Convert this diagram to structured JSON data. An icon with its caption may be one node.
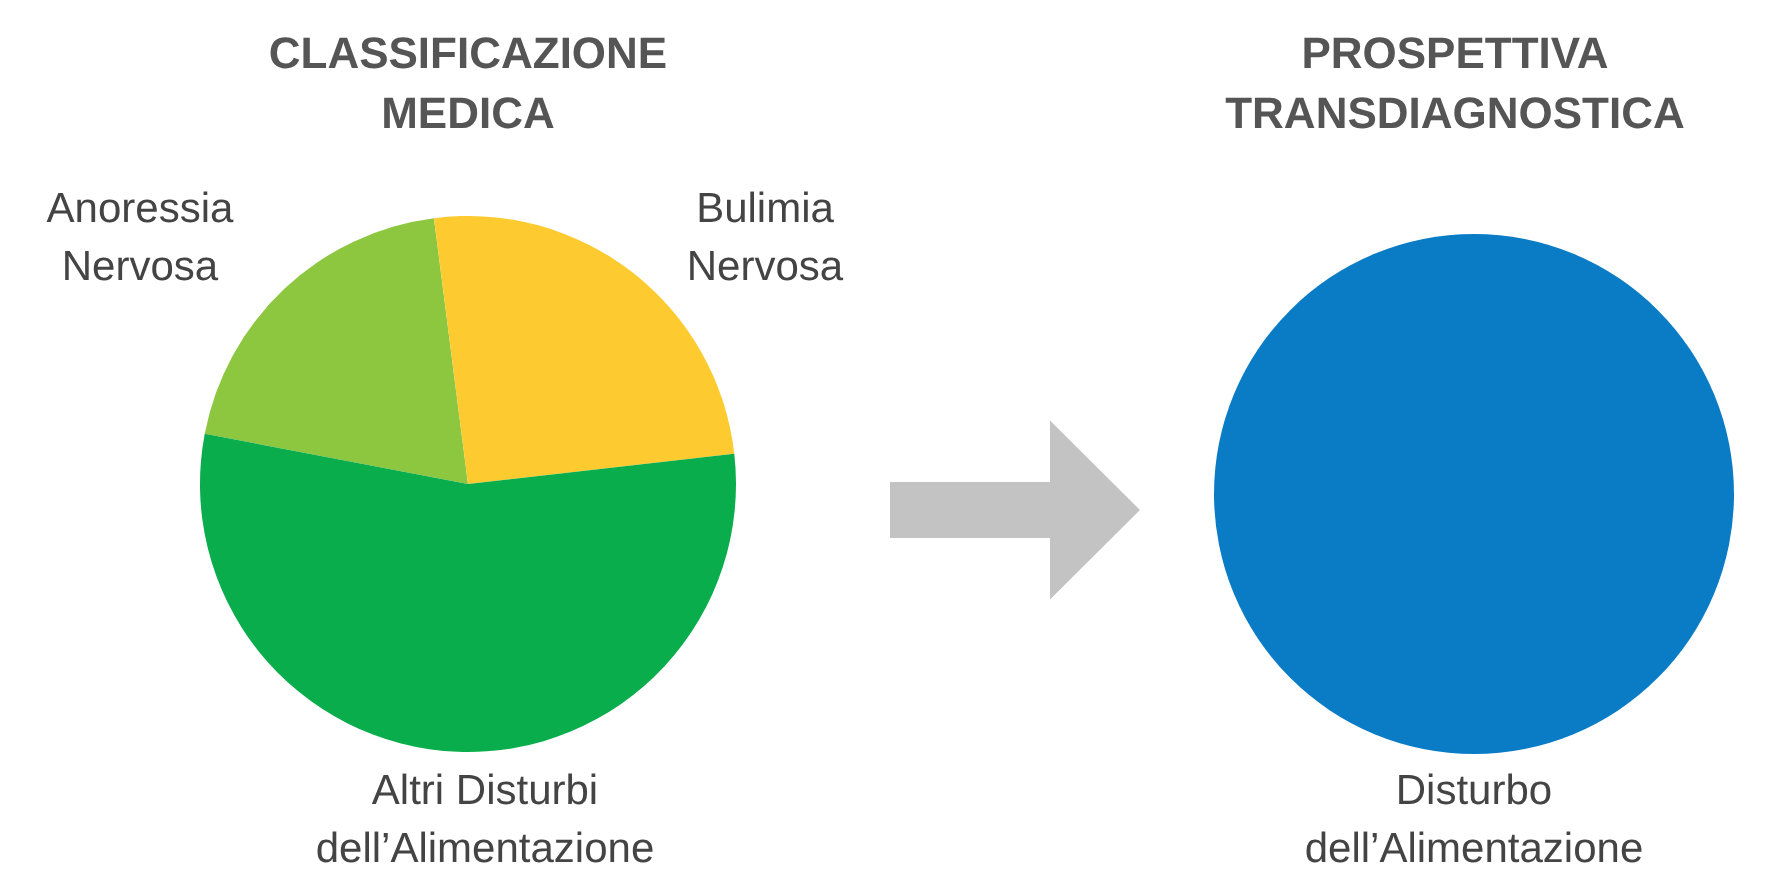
{
  "diagram": {
    "nodes": [
      {
        "text": [
          "CLASSIFICAZIONE MEDICA"
        ]
      },
      {
        "text": [
          "Anoressia Nervosa"
        ],
        "in": 0
      },
      {
        "text": [
          "Bulimia Nervosa"
        ],
        "in": 0
      },
      {
        "text": [
          "Altri Disturbi dell’Alimentazione"
        ],
        "in": 0
      },
      {
        "text": [
          "PROSPETTIVA TRANSDIAGNOSTICA",
          "Disturbo dell’Alimentazione"
        ]
      }
    ],
    "edges": [
      {
        "from": 0,
        "to": 4,
        "arrow": "to",
        "style": "thick"
      }
    ]
  }
}
